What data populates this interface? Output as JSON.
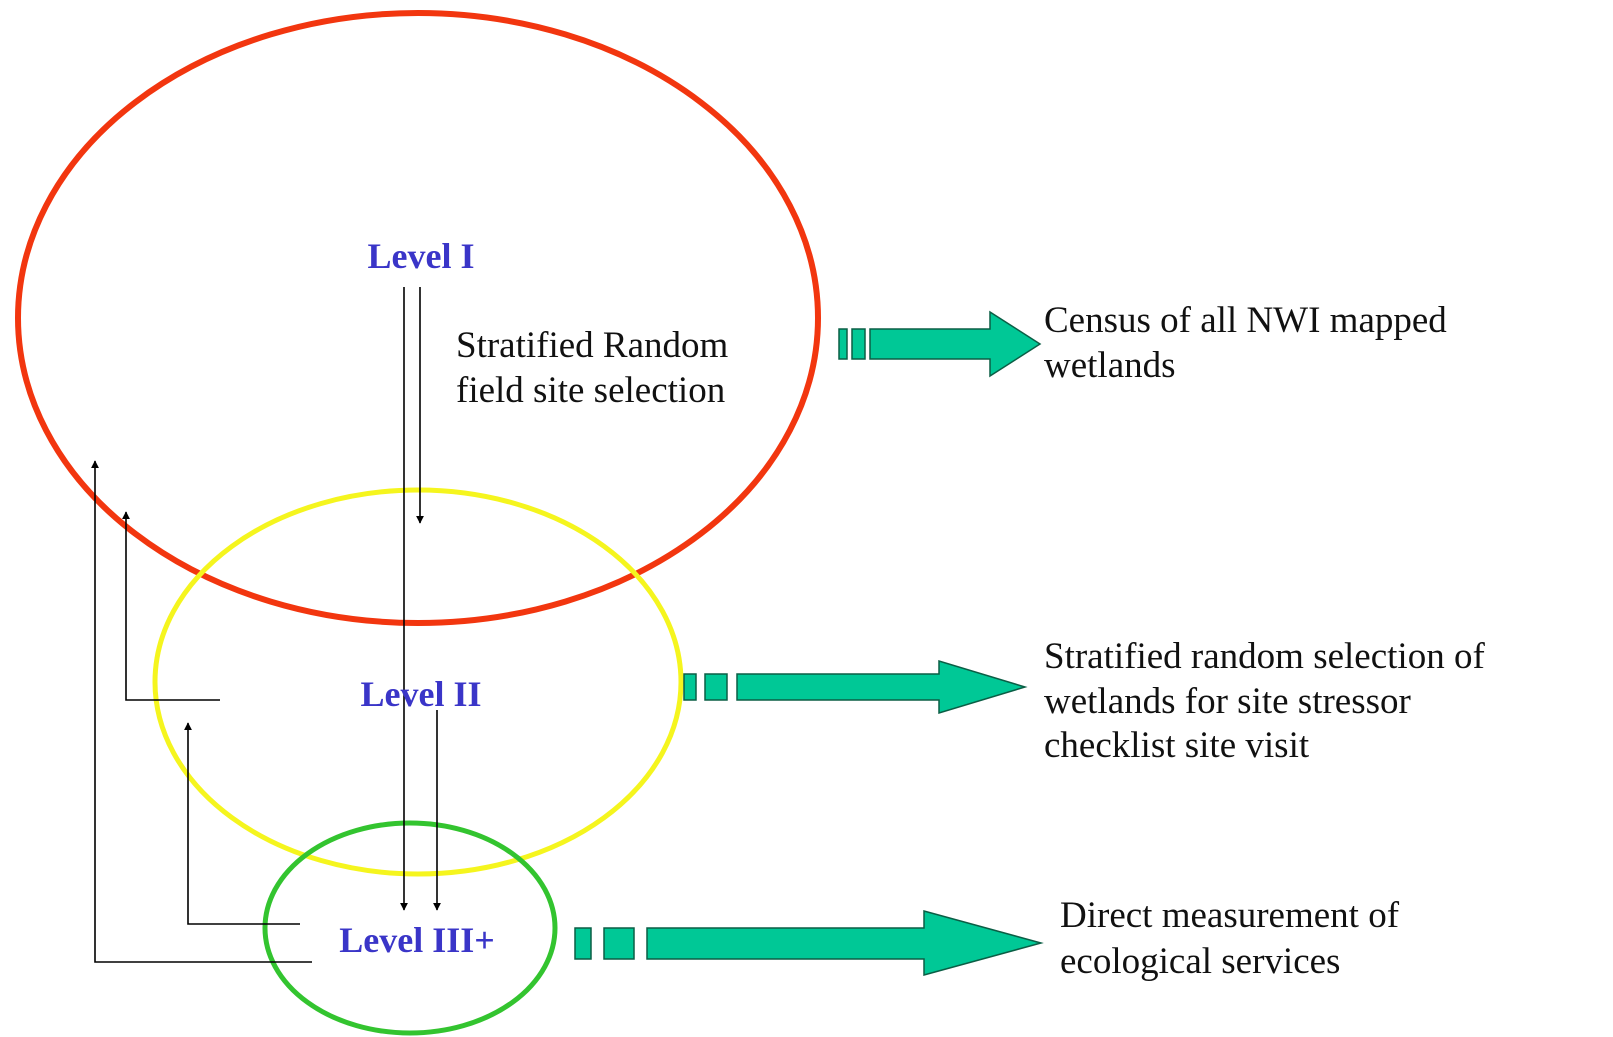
{
  "levels": {
    "level1": {
      "label": "Level I",
      "color": "#f2360f"
    },
    "level2": {
      "label": "Level II",
      "color": "#f5f51e"
    },
    "level3": {
      "label": "Level III+",
      "color": "#33c42f"
    }
  },
  "annotations": {
    "stratified_random": [
      "Stratified Random",
      "field site selection"
    ]
  },
  "outcomes": {
    "level1": [
      "Census of all NWI mapped",
      "wetlands"
    ],
    "level2": [
      "Stratified random selection of",
      "wetlands for site stressor",
      "checklist site visit"
    ],
    "level3": [
      "Direct measurement of",
      "ecological services"
    ]
  },
  "colors": {
    "label_text": "#3a35c8",
    "arrow_fill": "#00c896",
    "arrow_stroke": "#0b5e45",
    "connector": "#000000"
  }
}
